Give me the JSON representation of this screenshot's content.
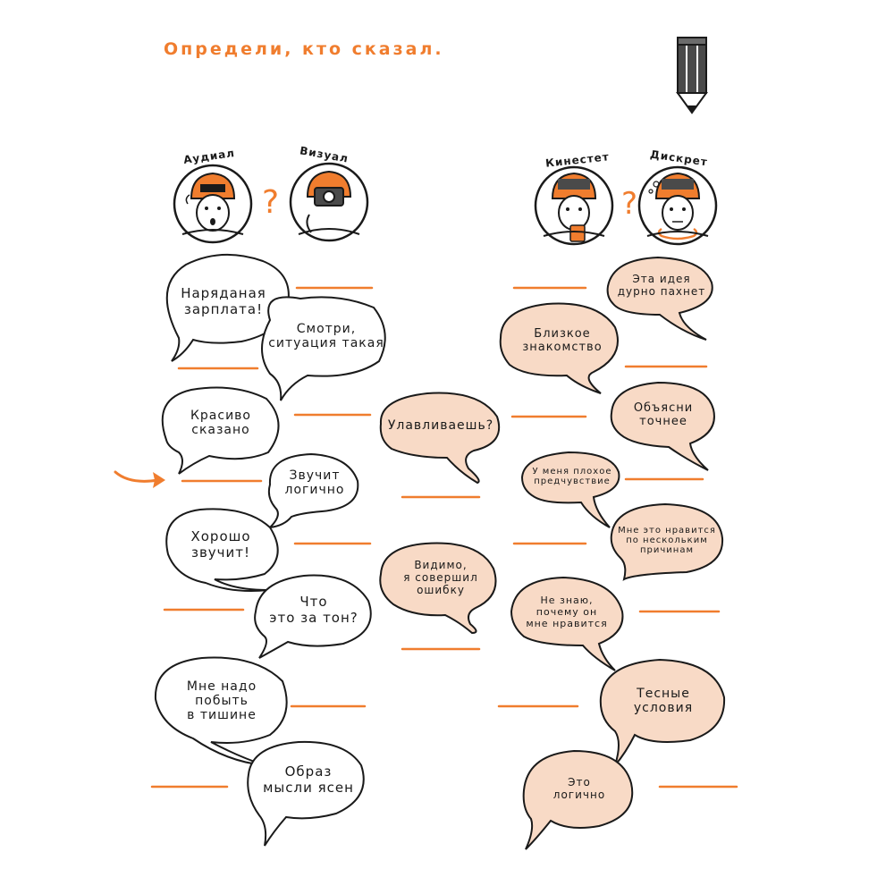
{
  "title": "Определи, кто сказал.",
  "personas": {
    "left_pair": [
      "Аудиал",
      "Визуал"
    ],
    "right_pair": [
      "Кинестет",
      "Дискрет"
    ],
    "question_mark": "?"
  },
  "left_bubbles": [
    {
      "id": "b1",
      "text": "Наряданая\nзарплата!"
    },
    {
      "id": "b2",
      "text": "Смотри,\nситуация такая"
    },
    {
      "id": "b3",
      "text": "Красиво\nсказано"
    },
    {
      "id": "b4",
      "text": "Звучит\nлогично"
    },
    {
      "id": "b5",
      "text": "Хорошо\nзвучит!"
    },
    {
      "id": "b6",
      "text": "Что\nэто за тон?"
    },
    {
      "id": "b7",
      "text": "Мне надо\nпобыть\nв тишине"
    },
    {
      "id": "b8",
      "text": "Образ\nмысли ясен"
    }
  ],
  "middle_bubbles": [
    {
      "id": "m1",
      "text": "Улавливаешь?"
    },
    {
      "id": "m2",
      "text": "Видимо,\nя совершил\nошибку"
    }
  ],
  "right_bubbles": [
    {
      "id": "r1",
      "text": "Эта идея\nдурно пахнет"
    },
    {
      "id": "r2",
      "text": "Близкое\nзнакомство"
    },
    {
      "id": "r3",
      "text": "Объясни\nточнее"
    },
    {
      "id": "r4",
      "text": "У меня плохое\nпредчувствие"
    },
    {
      "id": "r5",
      "text": "Мне это нравится\nпо нескольким\nпричинам"
    },
    {
      "id": "r6",
      "text": "Не знаю,\nпочему он\nмне нравится"
    },
    {
      "id": "r7",
      "text": "Тесные\nусловия"
    },
    {
      "id": "r8",
      "text": "Это\nлогично"
    }
  ],
  "colors": {
    "accent": "#f07d2e",
    "bubble_fill_peach": "#f8dac6",
    "bubble_fill_white": "#ffffff",
    "ink": "#1a1a1a",
    "pencil": "#4a4a4a"
  },
  "icons": [
    "pencil-icon",
    "arrow-icon"
  ]
}
